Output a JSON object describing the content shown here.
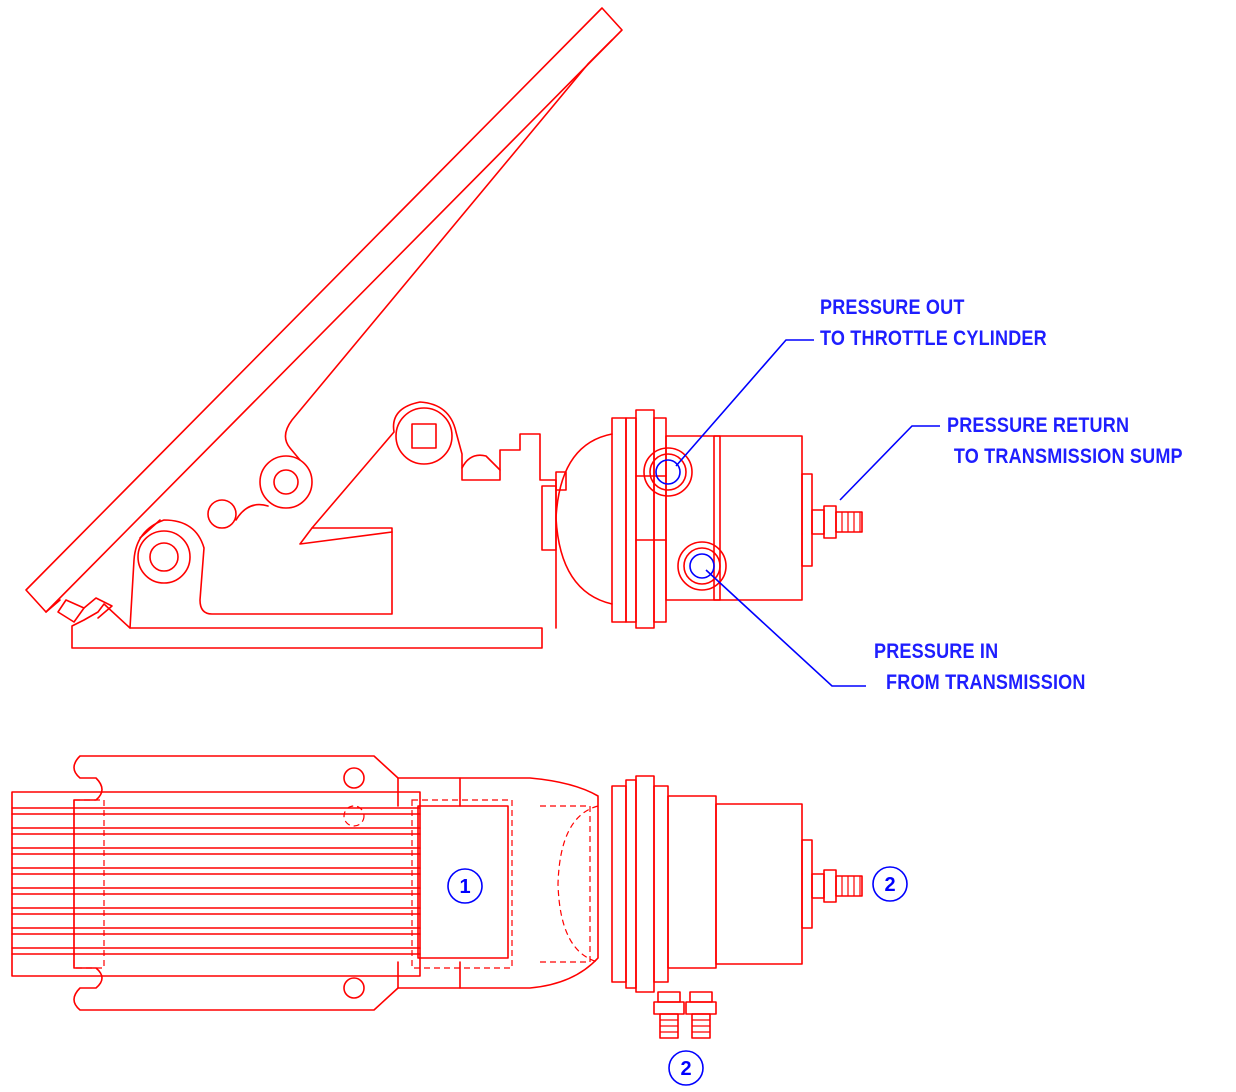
{
  "callouts": {
    "pressure_out": {
      "line1": "PRESSURE OUT",
      "line2": "TO THROTTLE CYLINDER"
    },
    "pressure_return": {
      "line1": "PRESSURE RETURN",
      "line2": "TO TRANSMISSION SUMP"
    },
    "pressure_in": {
      "line1": "PRESSURE IN",
      "line2": "FROM TRANSMISSION"
    }
  },
  "item_bubbles": {
    "body": "1",
    "fitting_side": "2",
    "fitting_bottom": "2"
  },
  "colors": {
    "linework": "#ff0000",
    "annotation": "#0000ff",
    "background": "#ffffff"
  }
}
